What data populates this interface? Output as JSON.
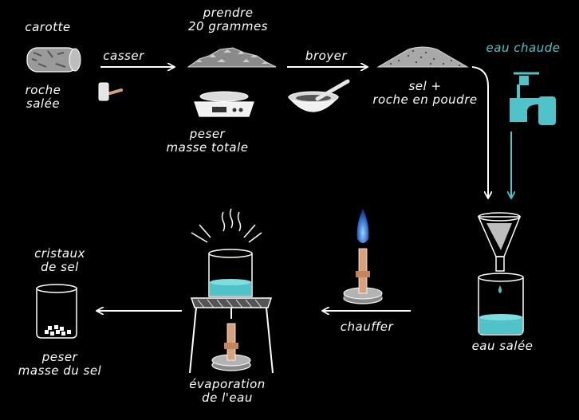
{
  "colors": {
    "background": "#000000",
    "text": "#ffffff",
    "accent_water": "#4fc3c8",
    "burner_copper": "#d9a07a",
    "flame_blue": "#3a7bd5"
  },
  "labels": {
    "carotte": "carotte",
    "roche_salee": [
      "roche",
      "salée"
    ],
    "prendre": [
      "prendre",
      "20 grammes"
    ],
    "casser": "casser",
    "broyer": "broyer",
    "peser_totale": [
      "peser",
      "masse totale"
    ],
    "sel_roche": [
      "sel +",
      "roche en poudre"
    ],
    "eau_chaude": "eau chaude",
    "chauffer": "chauffer",
    "eau_salee": "eau salée",
    "evaporation": [
      "évaporation",
      "de l'eau"
    ],
    "cristaux": [
      "cristaux",
      "de sel"
    ],
    "peser_sel": [
      "peser",
      "masse du sel"
    ]
  },
  "icons": [
    "rock-core-icon",
    "hammer-icon",
    "crushed-rock-icon",
    "scale-icon",
    "mortar-pestle-icon",
    "powder-pile-icon",
    "water-tap-icon",
    "funnel-icon",
    "beaker-salt-water-icon",
    "bunsen-burner-icon",
    "evaporation-setup-icon",
    "beaker-crystals-icon"
  ]
}
